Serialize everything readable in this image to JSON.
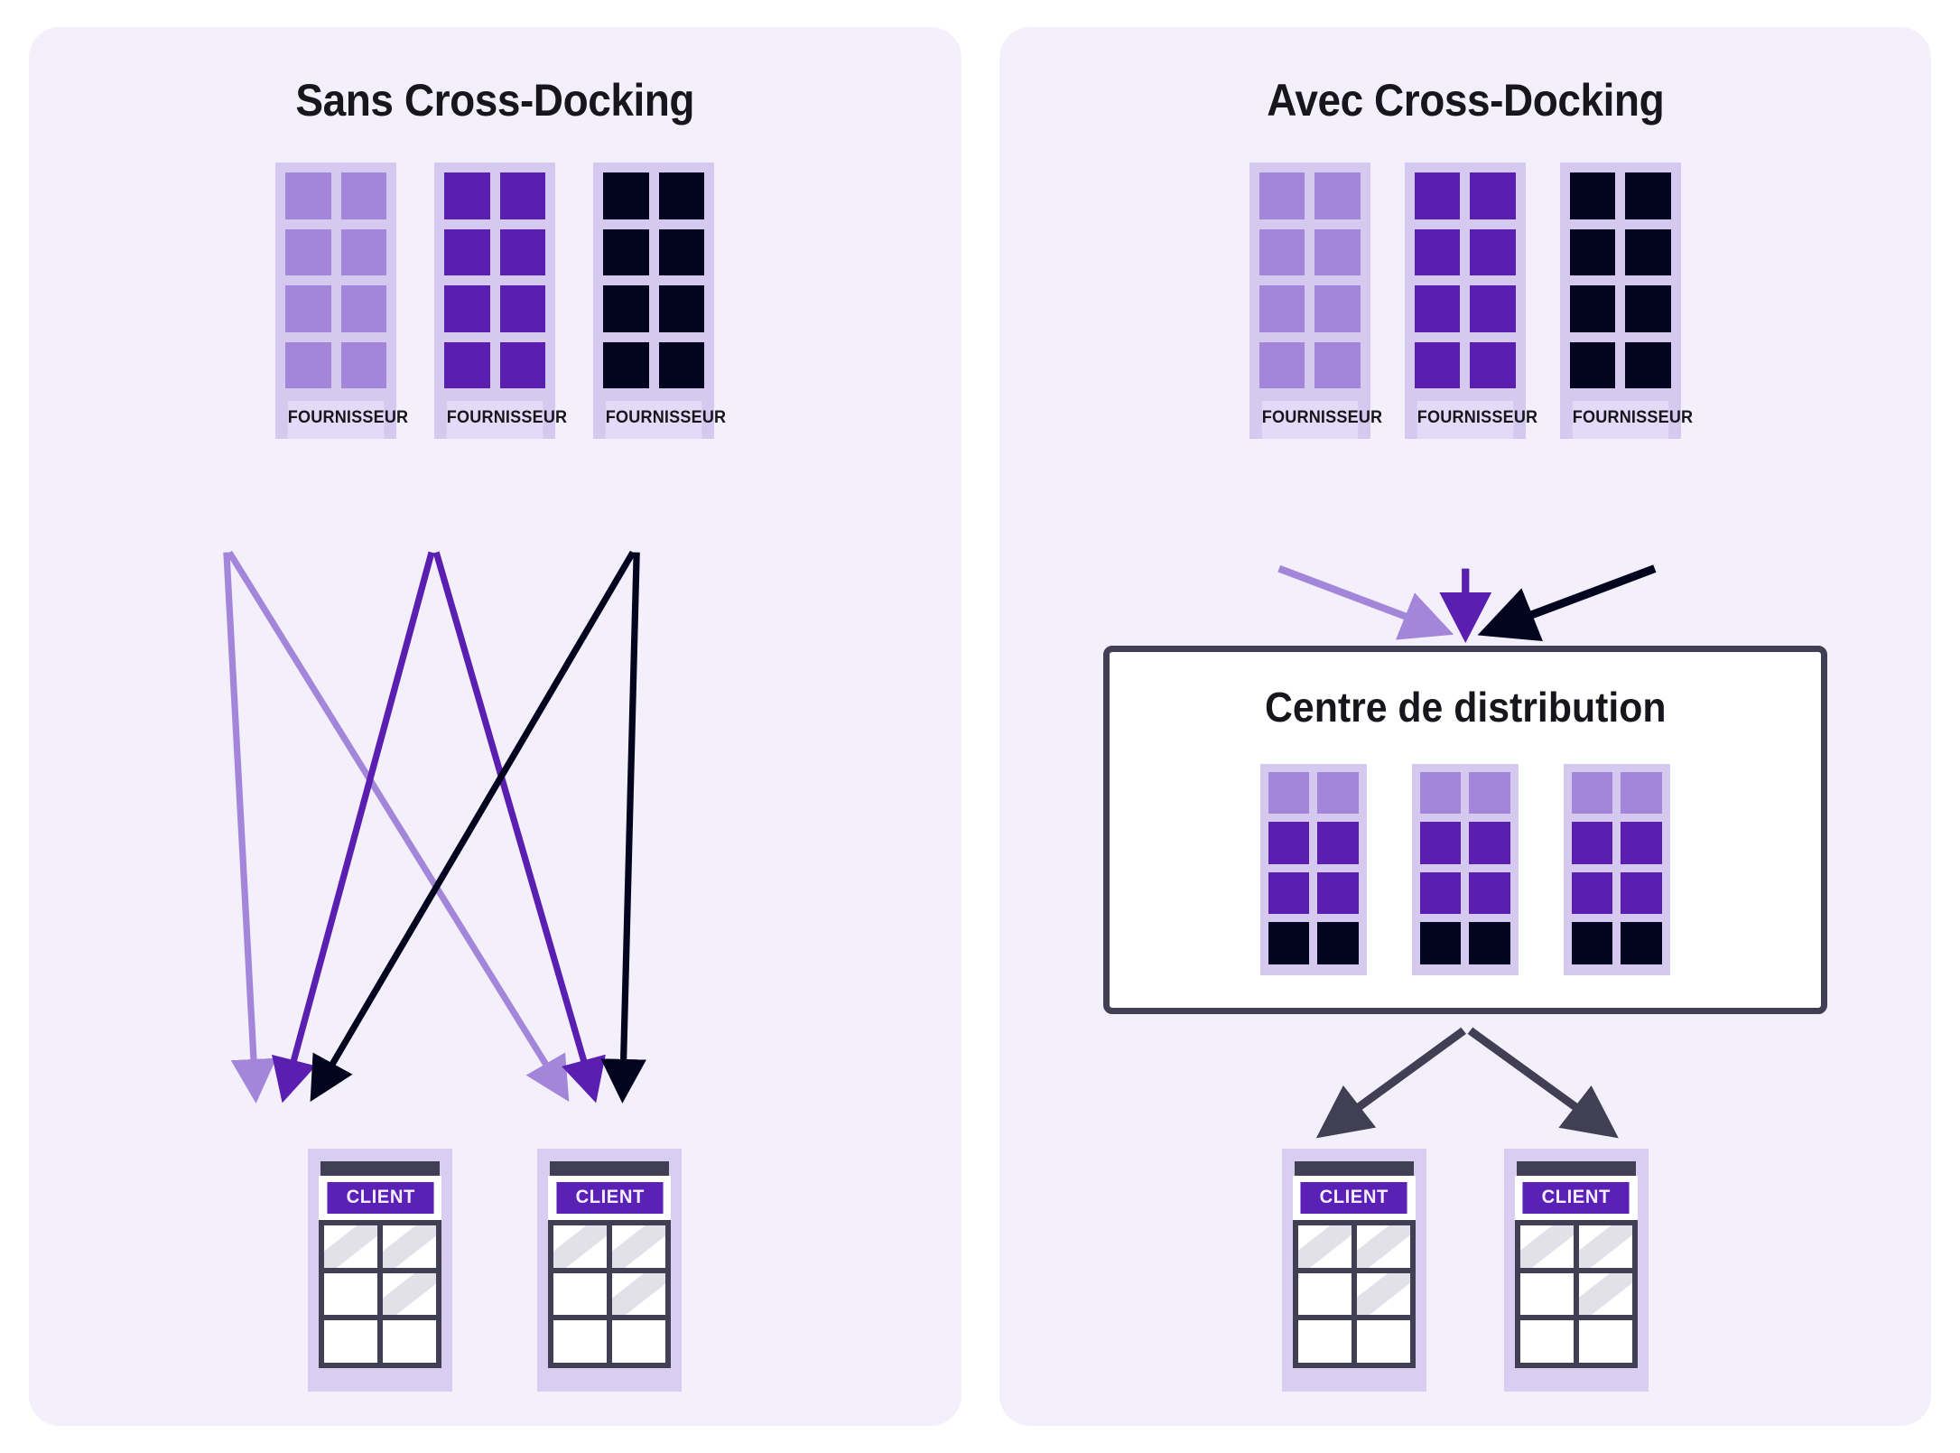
{
  "page": {
    "background": "#ffffff",
    "panel_background": "#f3f0fb"
  },
  "palette": {
    "light_purple": "#a386d9",
    "purple": "#5a1eb0",
    "dark_navy": "#03051e",
    "pallet_frame": "#d5c9f0",
    "label_band": "#e2daf6",
    "sign_purple": "#5b21b6",
    "slate": "#413f54",
    "text": "#17161c"
  },
  "panels": [
    {
      "id": "sans-cross-docking",
      "title": "Sans Cross-Docking",
      "suppliers": [
        {
          "label": "FOURNISSEUR",
          "color_key": "light_purple",
          "rows": 4,
          "cols": 2
        },
        {
          "label": "FOURNISSEUR",
          "color_key": "purple",
          "rows": 4,
          "cols": 2
        },
        {
          "label": "FOURNISSEUR",
          "color_key": "dark_navy",
          "rows": 4,
          "cols": 2
        }
      ],
      "distribution_center": null,
      "clients": [
        {
          "label": "CLIENT"
        },
        {
          "label": "CLIENT"
        }
      ],
      "flow_description": "Chaque fournisseur livre directement chaque client (6 trajets croises)",
      "connector_count": 6
    },
    {
      "id": "avec-cross-docking",
      "title": "Avec Cross-Docking",
      "suppliers": [
        {
          "label": "FOURNISSEUR",
          "color_key": "light_purple",
          "rows": 4,
          "cols": 2
        },
        {
          "label": "FOURNISSEUR",
          "color_key": "purple",
          "rows": 4,
          "cols": 2
        },
        {
          "label": "FOURNISSEUR",
          "color_key": "dark_navy",
          "rows": 4,
          "cols": 2
        }
      ],
      "distribution_center": {
        "title": "Centre de distribution",
        "pallets": [
          {
            "row_colors": [
              "light_purple",
              "purple",
              "purple",
              "dark_navy"
            ]
          },
          {
            "row_colors": [
              "light_purple",
              "purple",
              "purple",
              "dark_navy"
            ]
          },
          {
            "row_colors": [
              "light_purple",
              "purple",
              "purple",
              "dark_navy"
            ]
          }
        ]
      },
      "clients": [
        {
          "label": "CLIENT"
        },
        {
          "label": "CLIENT"
        }
      ],
      "flow_description": "Les trois fournisseurs convergent vers le centre de distribution puis deux livraisons consolidees partent vers les clients",
      "connector_count": 5
    }
  ]
}
